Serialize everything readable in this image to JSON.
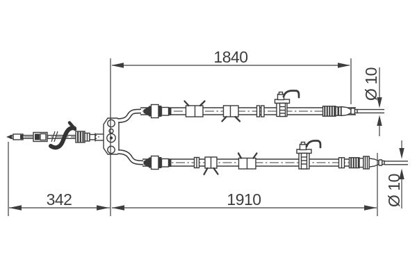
{
  "drawing": {
    "background_color": "#ffffff",
    "line_color": "#3a3a3a",
    "text_color": "#3d3d3d",
    "dimensions": {
      "upper_cable_length": "1840",
      "lower_cable_length": "1910",
      "front_section_length": "342",
      "upper_end_diameter": "Ø 10",
      "lower_end_diameter": "Ø 10"
    }
  }
}
